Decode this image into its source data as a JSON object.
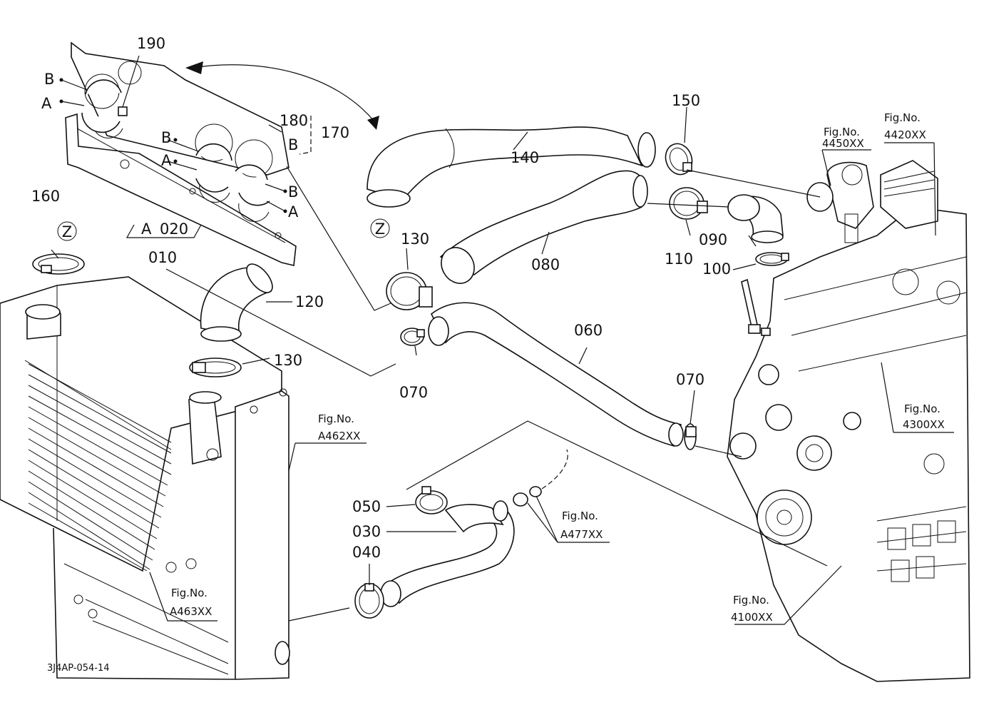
{
  "parts": {
    "p190": "190",
    "p180": "180",
    "p170": "170",
    "p160": "160",
    "p150": "150",
    "p140": "140",
    "p130a": "130",
    "p130b": "130",
    "p120": "120",
    "p110": "110",
    "p100": "100",
    "p090": "090",
    "p080": "080",
    "p070a": "070",
    "p070b": "070",
    "p060": "060",
    "p050": "050",
    "p040": "040",
    "p030": "030",
    "p020": "020",
    "p010": "010"
  },
  "letters": {
    "a": "A",
    "b": "B",
    "z": "Z"
  },
  "figure_refs": {
    "fig_label": "Fig.No.",
    "f4450": "4450XX",
    "f4420": "4420XX",
    "f4300": "4300XX",
    "f4100": "4100XX",
    "fA462": "A462XX",
    "fA463": "A463XX",
    "fA477": "A477XX"
  },
  "drawing_code": "3J4AP-054-14"
}
